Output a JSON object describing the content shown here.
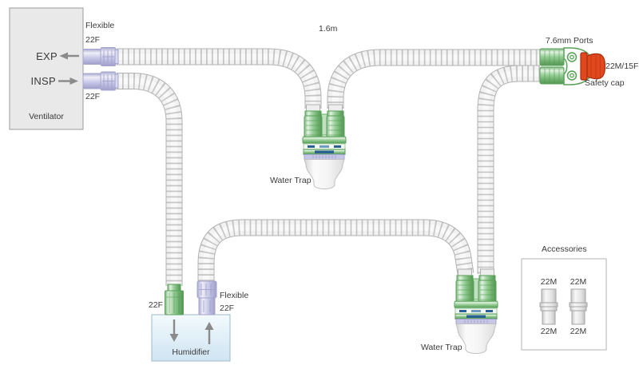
{
  "ventilator": {
    "label": "Ventilator",
    "exp": "EXP",
    "insp": "INSP",
    "flexible": "Flexible",
    "exp_size": "22F",
    "insp_size": "22F"
  },
  "circuit": {
    "tube_length": "1.6m",
    "top_water_trap": "Water Trap",
    "bottom_water_trap": "Water Trap",
    "wye": {
      "ports": "7.6mm Ports",
      "cap_size": "22M/15F",
      "safety_cap": "Safety cap"
    }
  },
  "humidifier": {
    "label": "Humidifier",
    "inlet_size": "22F",
    "outlet_flexible": "Flexible",
    "outlet_size": "22F"
  },
  "accessories": {
    "title": "Accessories",
    "adapters": [
      {
        "top": "22M",
        "bottom": "22M"
      },
      {
        "top": "22M",
        "bottom": "22M"
      }
    ]
  },
  "colors": {
    "green": "#6aae6a",
    "lavender": "#c6c7e6",
    "safety_cap_red": "#e2481e",
    "humidifier_blue": "#d8eaf6",
    "tube_gray": "#f2f2f2",
    "dash_blue": "#2a6191",
    "text": "#3b3b3b"
  }
}
